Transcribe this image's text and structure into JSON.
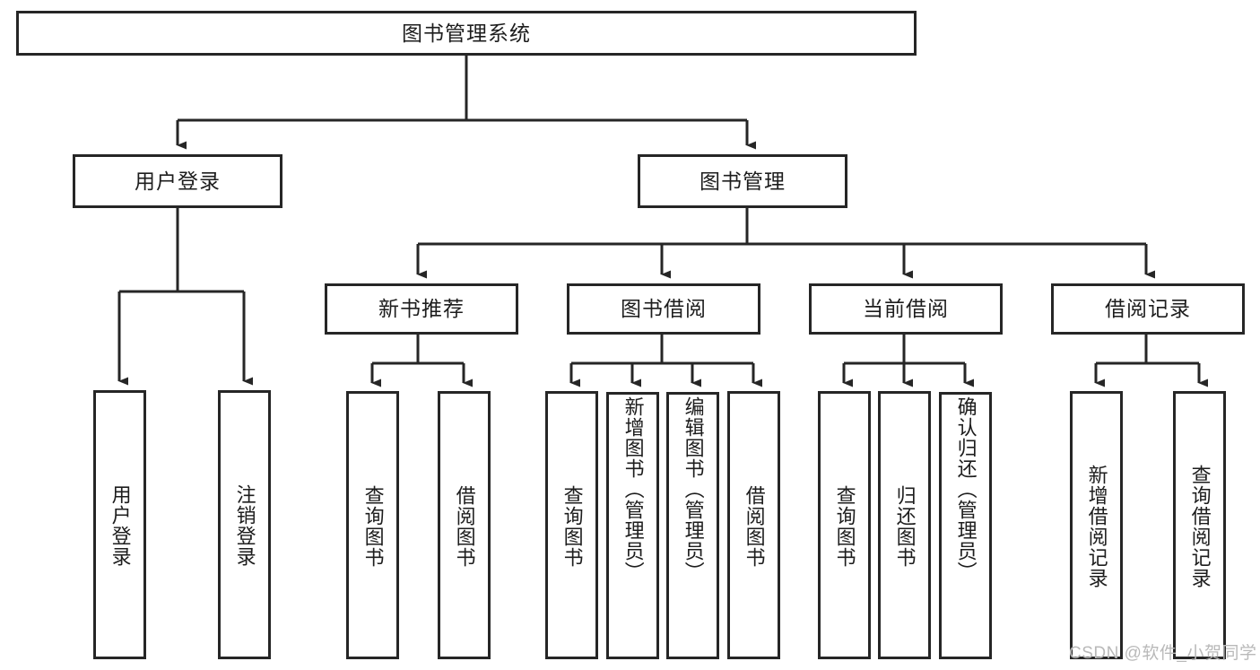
{
  "diagram": {
    "type": "tree-hierarchy",
    "title_node": {
      "label": "图书管理系统",
      "orientation": "horizontal"
    },
    "level2": [
      {
        "label": "用户登录",
        "orientation": "horizontal"
      },
      {
        "label": "图书管理",
        "orientation": "horizontal"
      }
    ],
    "level3": [
      {
        "label": "新书推荐",
        "orientation": "horizontal"
      },
      {
        "label": "图书借阅",
        "orientation": "horizontal"
      },
      {
        "label": "当前借阅",
        "orientation": "horizontal"
      },
      {
        "label": "借阅记录",
        "orientation": "horizontal"
      }
    ],
    "leaves": {
      "user_login": [
        {
          "label": "用户登录",
          "orientation": "vertical"
        },
        {
          "label": "注销登录",
          "orientation": "vertical"
        }
      ],
      "new_book_recommend": [
        {
          "label": "查询图书",
          "orientation": "vertical"
        },
        {
          "label": "借阅图书",
          "orientation": "vertical"
        }
      ],
      "book_borrow": [
        {
          "label": "查询图书",
          "orientation": "vertical"
        },
        {
          "label": "新增图书（管理员）",
          "orientation": "vertical"
        },
        {
          "label": "编辑图书（管理员）",
          "orientation": "vertical"
        },
        {
          "label": "借阅图书",
          "orientation": "vertical"
        }
      ],
      "current_borrow": [
        {
          "label": "查询图书",
          "orientation": "vertical"
        },
        {
          "label": "归还图书",
          "orientation": "vertical"
        },
        {
          "label": "确认归还（管理员）",
          "orientation": "vertical"
        }
      ],
      "borrow_record": [
        {
          "label": "新增借阅记录",
          "orientation": "vertical"
        },
        {
          "label": "查询借阅记录",
          "orientation": "vertical"
        }
      ]
    },
    "watermark": "CSDN @软件_小贺同学",
    "colors": {
      "stroke": "#262626",
      "box_fill": "#ffffff",
      "text": "#1d1d1d",
      "watermark": "#b9b9b9",
      "background": "#ffffff"
    }
  }
}
